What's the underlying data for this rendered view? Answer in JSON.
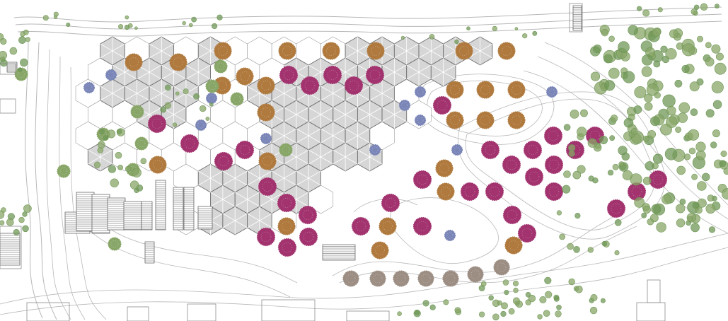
{
  "plan": {
    "colors": {
      "background": "#ffffff",
      "contour": "#b8b8b8",
      "contour_dark": "#8c8c8c",
      "hex_fill": "#d6d6d6",
      "hex_stroke": "#6e6e6e",
      "hex_outline": "#9a9a9a",
      "tree_magenta": "#a2336f",
      "tree_brown": "#b07a3e",
      "tree_blue": "#7b86b8",
      "tree_green": "#88a667",
      "tree_grey": "#9d8e84",
      "shrub_green": "#6f9757",
      "hatch": "#555555"
    },
    "legend_items": [
      "magenta-flowering-tree",
      "brown-tree",
      "blue-tree",
      "green-tree",
      "grey-tree",
      "hexagonal-canopy"
    ]
  }
}
